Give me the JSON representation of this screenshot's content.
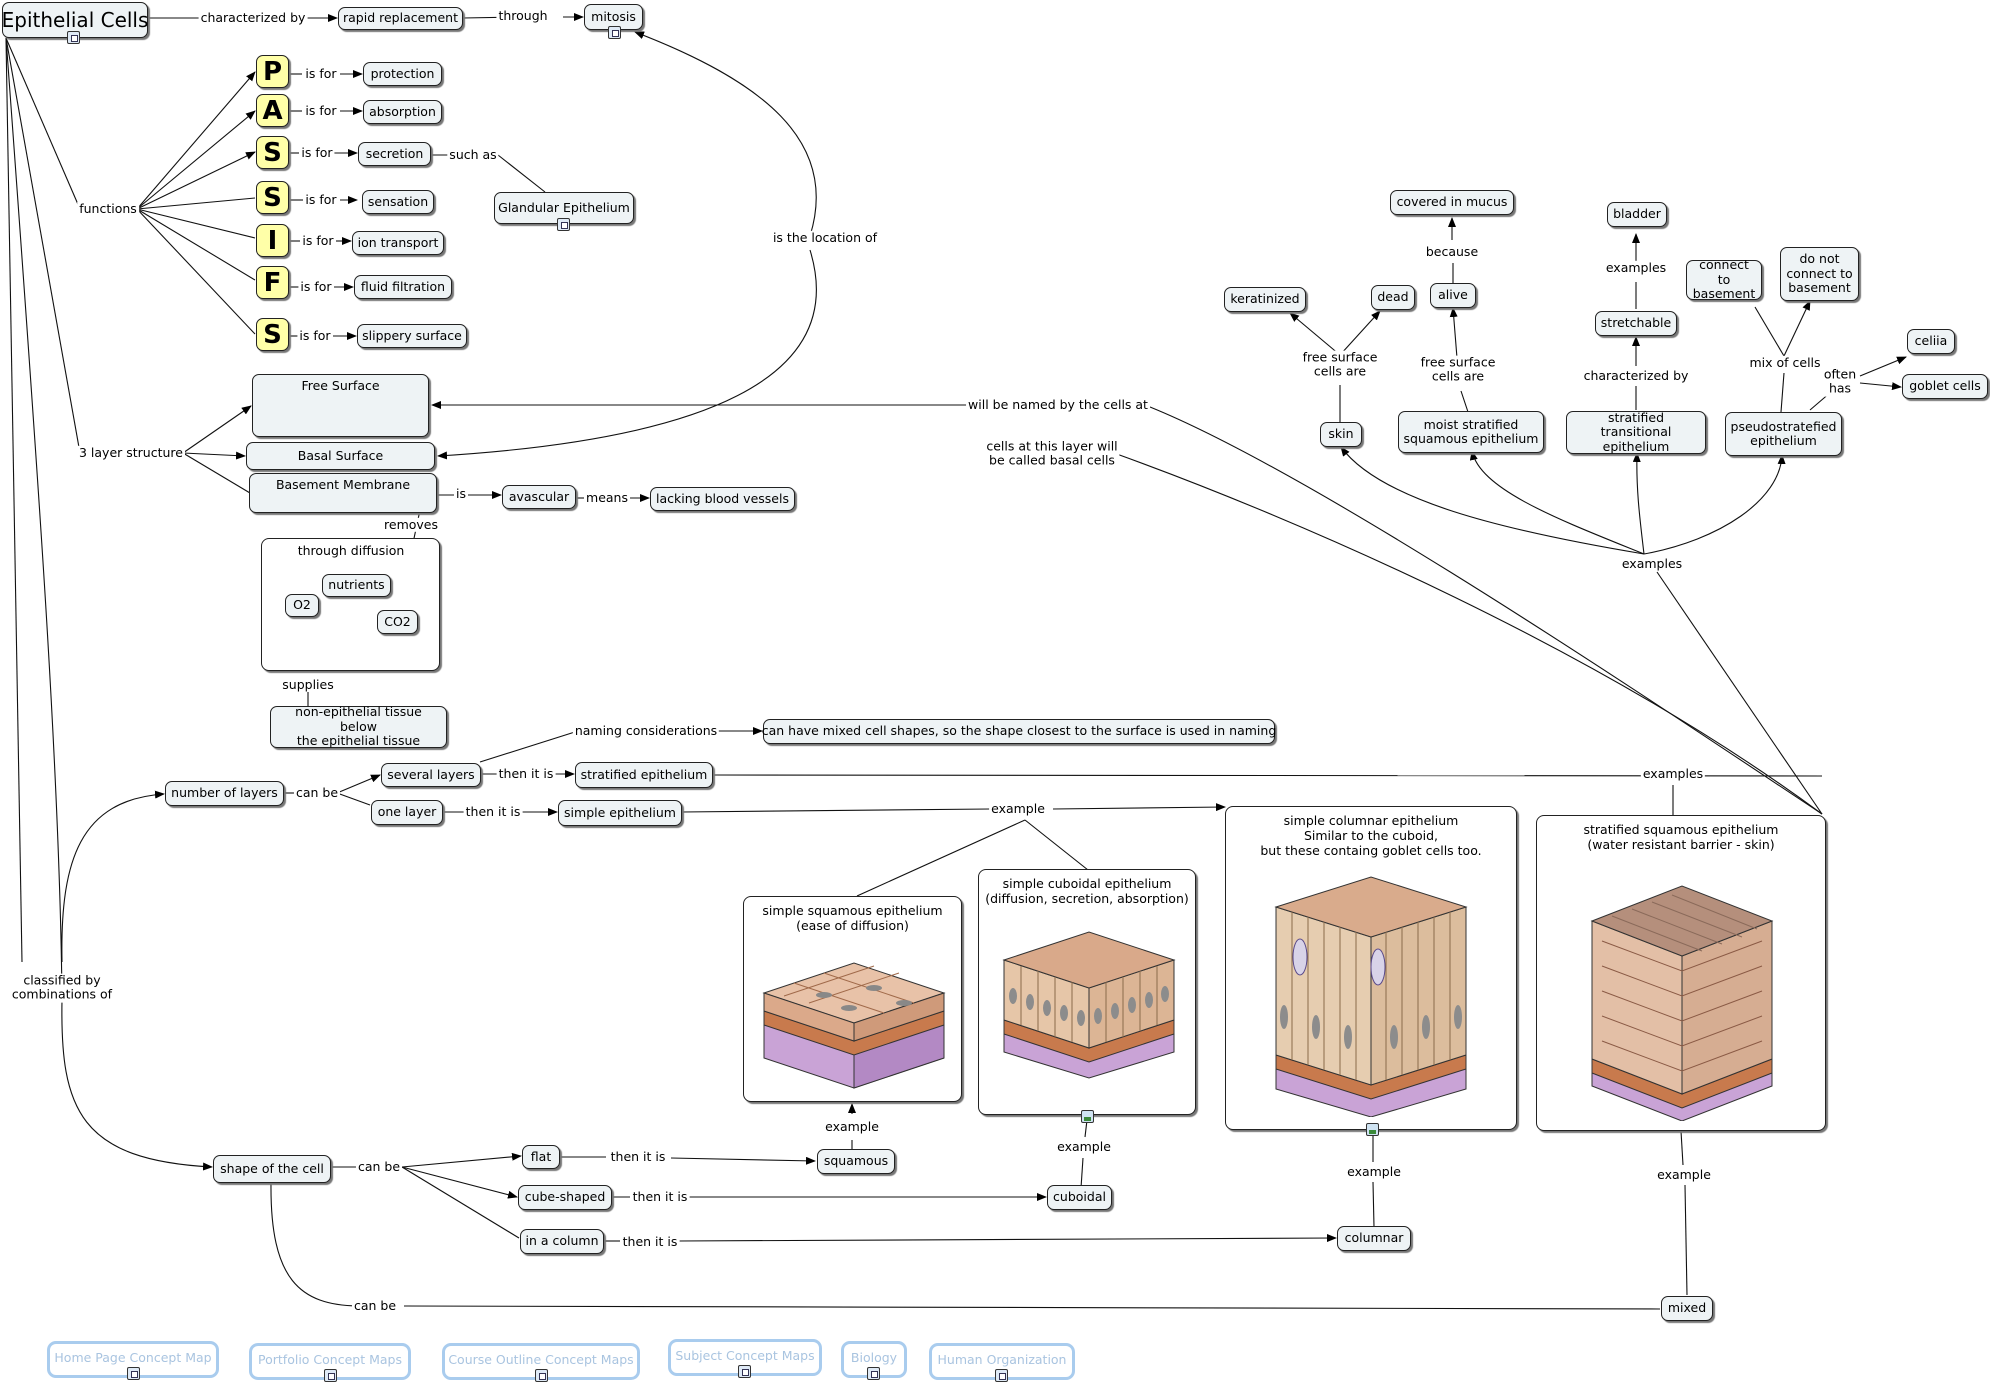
{
  "root": {
    "title": "Epithelial Cells"
  },
  "mitosis_chain": {
    "characterized_by": "characterized by",
    "rapid_replacement": "rapid replacement",
    "through": "through",
    "mitosis": "mitosis",
    "is_location_of": "is the location of"
  },
  "functions": {
    "label": "functions",
    "items": [
      {
        "letter": "P",
        "link": "is for",
        "text": "protection"
      },
      {
        "letter": "A",
        "link": "is for",
        "text": "absorption"
      },
      {
        "letter": "S",
        "link": "is for",
        "text": "secretion"
      },
      {
        "letter": "S",
        "link": "is for",
        "text": "sensation"
      },
      {
        "letter": "I",
        "link": "is for",
        "text": "ion transport"
      },
      {
        "letter": "F",
        "link": "is for",
        "text": "fluid filtration"
      },
      {
        "letter": "S",
        "link": "is for",
        "text": "slippery surface"
      }
    ],
    "such_as": "such as",
    "glandular": "Glandular Epithelium"
  },
  "structure": {
    "label": "3 layer structure",
    "free_surface": "Free Surface",
    "basal_surface": "Basal Surface",
    "basement_membrane": "Basement Membrane",
    "is": "is",
    "avascular": "avascular",
    "means": "means",
    "lacking_blood_vessels": "lacking blood vessels",
    "removes": "removes",
    "through_diffusion": "through diffusion",
    "o2": "O2",
    "nutrients": "nutrients",
    "co2": "CO2",
    "supplies": "supplies",
    "non_epithelial": "non-epithelial tissue below\nthe epithelial tissue",
    "named_by_cells": "will be named by the cells at",
    "basal_cells": "cells at this layer will\nbe called basal cells"
  },
  "classification": {
    "classified_by": "classified by\ncombinations of",
    "number_of_layers": "number of layers",
    "can_be": "can be",
    "several_layers": "several layers",
    "one_layer": "one layer",
    "then_it_is": "then it is",
    "stratified_epithelium": "stratified epithelium",
    "simple_epithelium": "simple epithelium",
    "naming_considerations": "naming considerations",
    "mixed_shapes": "can have mixed cell shapes, so the shape closest to the surface is used in naming",
    "examples": "examples",
    "example": "example",
    "shape_of_cell": "shape of the cell",
    "flat": "flat",
    "cube_shaped": "cube-shaped",
    "in_a_column": "in a column",
    "squamous": "squamous",
    "cuboidal": "cuboidal",
    "columnar": "columnar",
    "mixed": "mixed"
  },
  "panels": {
    "simple_squamous": "simple squamous epithelium\n(ease of diffusion)",
    "simple_cuboidal": "simple cuboidal epithelium\n(diffusion, secretion, absorption)",
    "simple_columnar": "simple columnar epithelium\nSimilar to the cuboid,\nbut these containg goblet cells too.",
    "stratified_squamous": "stratified squamous epithelium\n(water resistant barrier - skin)"
  },
  "stratified_examples": {
    "skin": "skin",
    "free_surface_cells_are_1": "free surface\ncells are",
    "keratinized": "keratinized",
    "dead": "dead",
    "moist": "moist stratified\nsquamous epithelium",
    "free_surface_cells_are_2": "free surface\ncells are",
    "alive": "alive",
    "because": "because",
    "covered_in_mucus": "covered in mucus",
    "transitional": "stratified transitional\nepithelium",
    "characterized_by": "characterized by",
    "stretchable": "stretchable",
    "examples_bladder": "examples",
    "bladder": "bladder",
    "pseudo": "pseudostratefied\nepithelium",
    "mix_of_cells": "mix of cells",
    "connect": "connect to\nbasement",
    "not_connect": "do not\nconnect to\nbasement",
    "often_has": "often\nhas",
    "celiia": "celiia",
    "goblet_cells": "goblet cells"
  },
  "nav": [
    "Home Page Concept Map",
    "Portfolio Concept Maps",
    "Course Outline Concept Maps",
    "Subject Concept Maps",
    "Biology",
    "Human Organization"
  ]
}
